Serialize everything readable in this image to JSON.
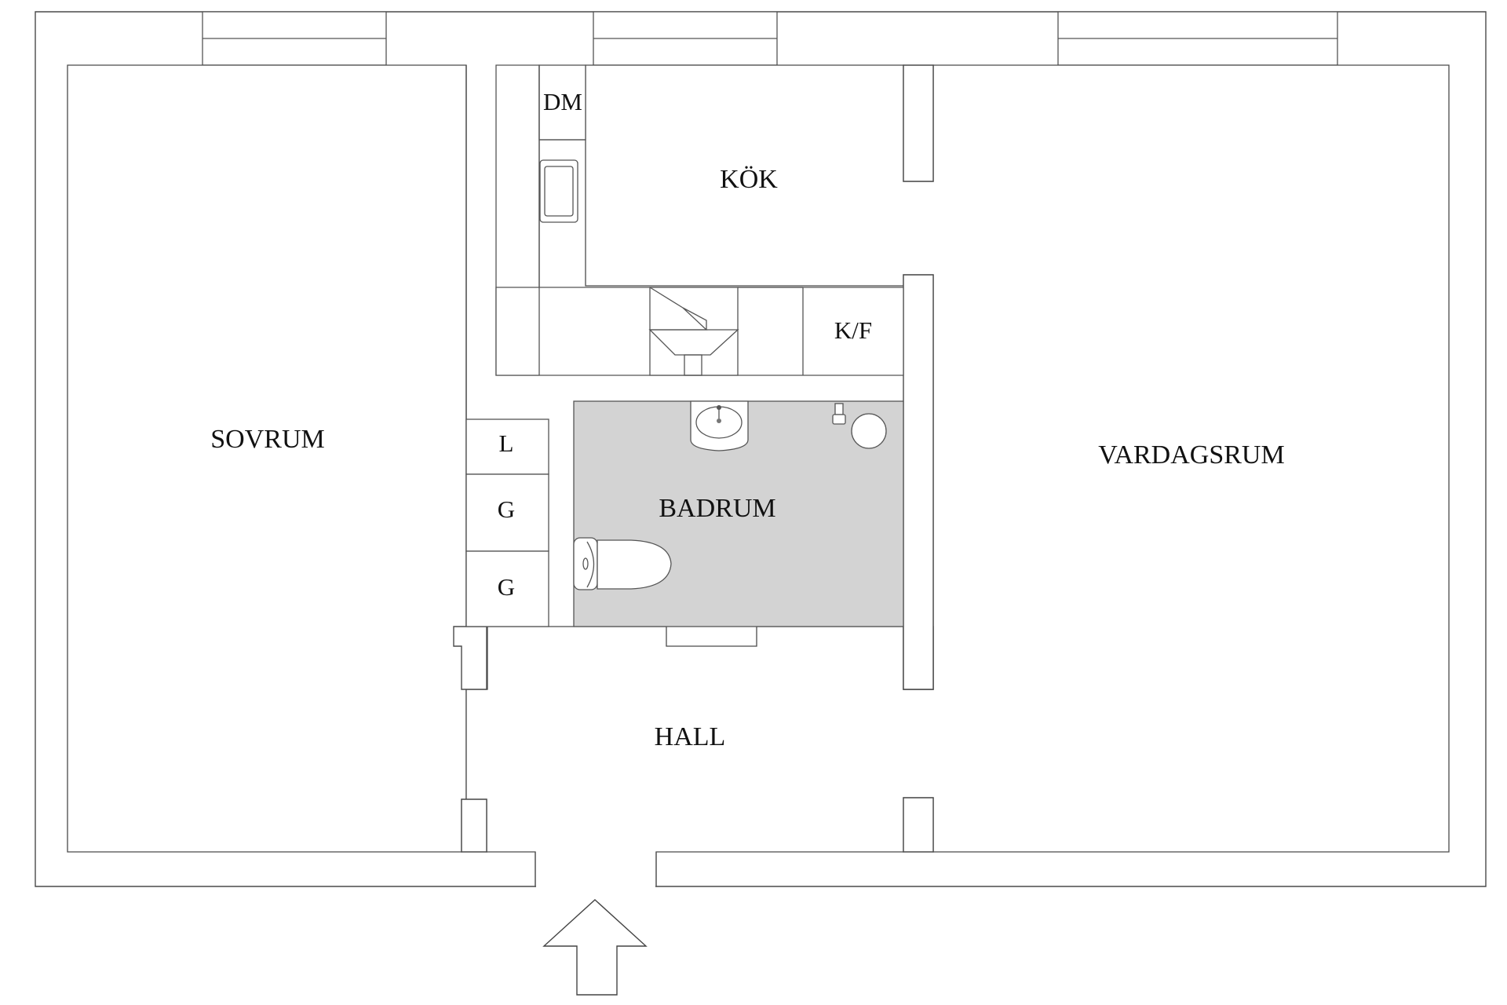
{
  "plan": {
    "rooms": {
      "sovrum": "SOVRUM",
      "kok": "KÖK",
      "vardagsrum": "VARDAGSRUM",
      "badrum": "BADRUM",
      "hall": "HALL"
    },
    "fixtures": {
      "dishwasher": "DM",
      "fridge_freezer": "K/F",
      "linen_closet": "L",
      "wardrobe_1": "G",
      "wardrobe_2": "G"
    },
    "colors": {
      "bathroom_fill": "#d3d3d3",
      "walls": "#4a4a4a"
    },
    "entrance_icon": "arrow-up-icon"
  }
}
